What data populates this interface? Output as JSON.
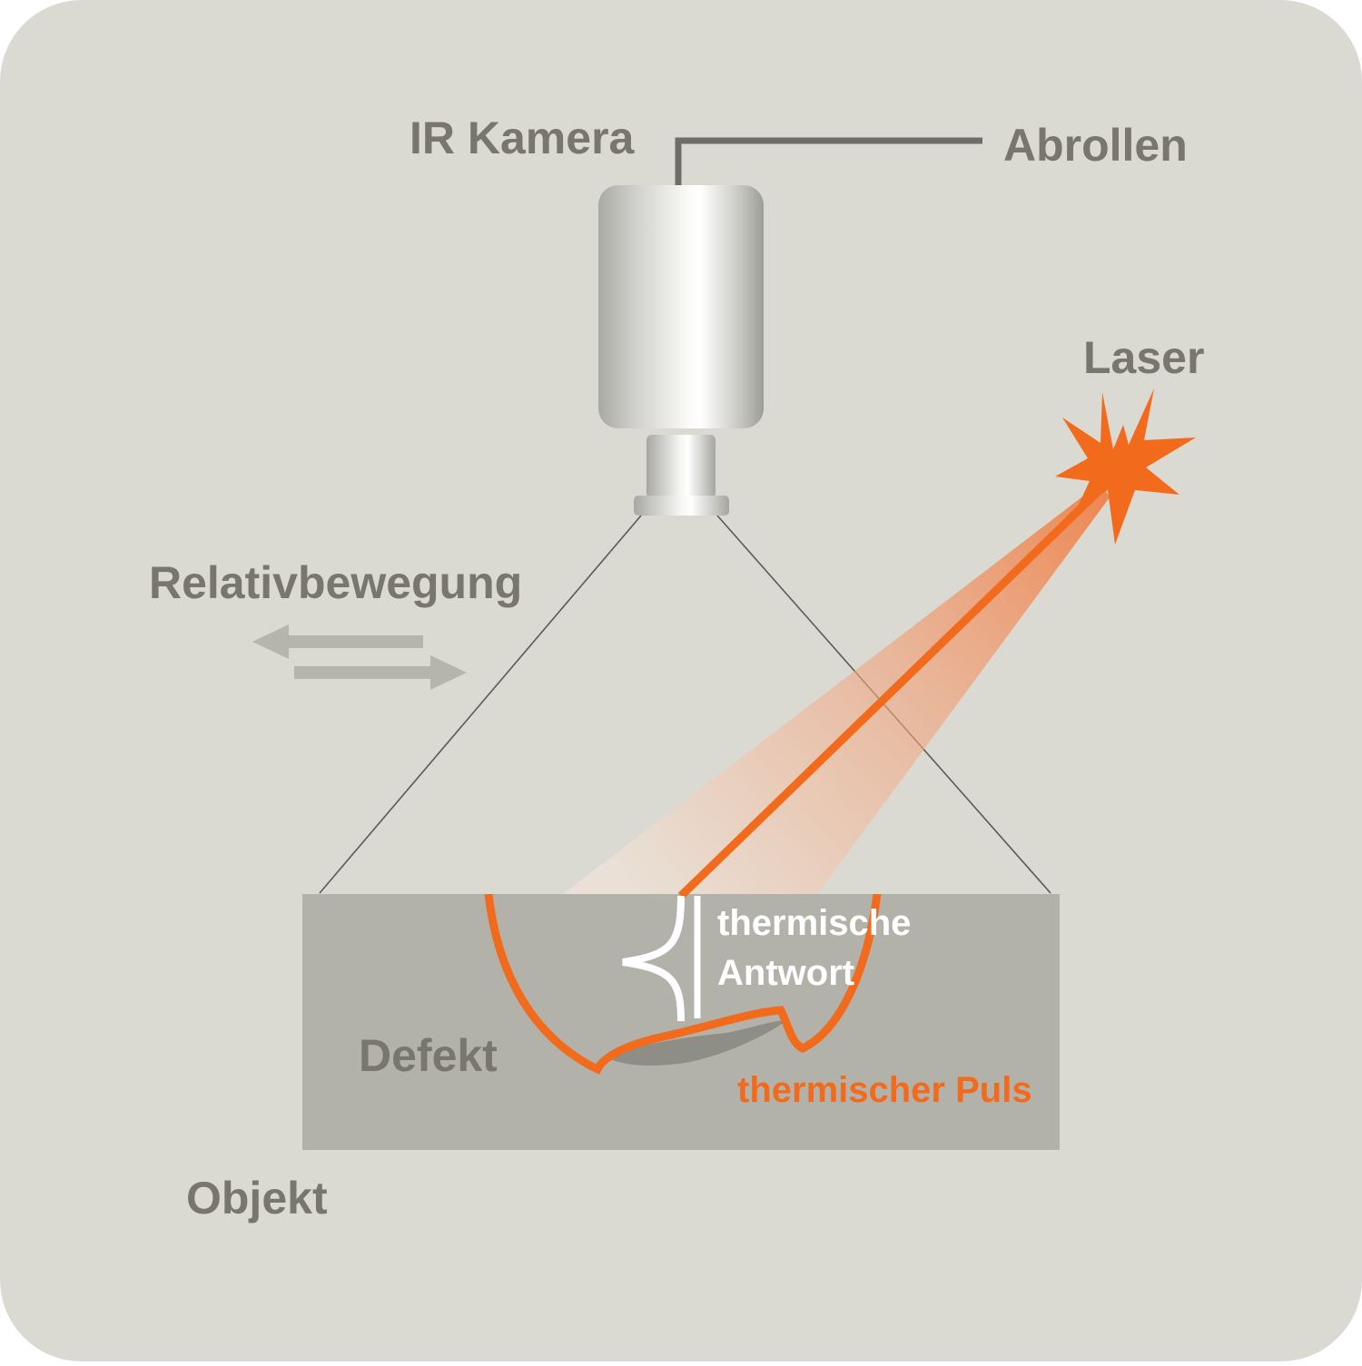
{
  "colors": {
    "background": "#dad9d2",
    "label_gray": "#78766d",
    "arrow_gray": "#b6b5ad",
    "object_gray": "#b3b2aa",
    "accent_orange": "#f26b1d",
    "white": "#ffffff",
    "defect_dark": "#8f8e86"
  },
  "labels": {
    "camera": "IR Kamera",
    "scroll": "Abrollen",
    "laser": "Laser",
    "motion": "Relativbewegung",
    "response_line1": "thermische",
    "response_line2": "Antwort",
    "defect": "Defekt",
    "pulse": "thermischer Puls",
    "object": "Objekt"
  },
  "icons": {
    "camera": "ir-camera-icon",
    "laser": "laser-burst-icon",
    "motion": "double-arrow-icon"
  }
}
